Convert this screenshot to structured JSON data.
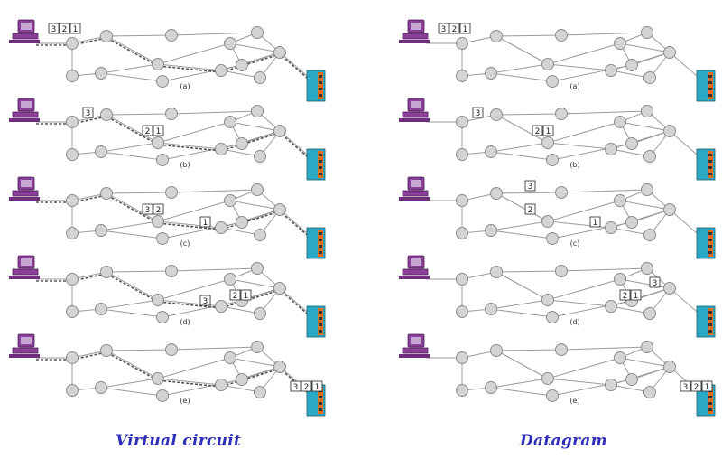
{
  "diagram": {
    "columns": [
      {
        "id": "virtual-circuit",
        "caption": "Virtual circuit",
        "mode": "vc",
        "rows": [
          {
            "label": "(a)",
            "packets": [
              {
                "numbers": [
                  "3",
                  "2",
                  "1"
                ],
                "at": "host"
              }
            ]
          },
          {
            "label": "(b)",
            "packets": [
              {
                "numbers": [
                  "3"
                ],
                "at": "L1"
              },
              {
                "numbers": [
                  "2",
                  "1"
                ],
                "at": "L3"
              }
            ]
          },
          {
            "label": "(c)",
            "packets": [
              {
                "numbers": [
                  "3",
                  "2"
                ],
                "at": "L3"
              },
              {
                "numbers": [
                  "1"
                ],
                "at": "L4"
              }
            ]
          },
          {
            "label": "(d)",
            "packets": [
              {
                "numbers": [
                  "3"
                ],
                "at": "L4"
              },
              {
                "numbers": [
                  "2",
                  "1"
                ],
                "at": "L5"
              }
            ]
          },
          {
            "label": "(e)",
            "packets": [
              {
                "numbers": [
                  "3",
                  "2",
                  "1"
                ],
                "at": "dest"
              }
            ]
          }
        ]
      },
      {
        "id": "datagram",
        "caption": "Datagram",
        "mode": "dg",
        "rows": [
          {
            "label": "(a)",
            "packets": [
              {
                "numbers": [
                  "3",
                  "2",
                  "1"
                ],
                "at": "host"
              }
            ]
          },
          {
            "label": "(b)",
            "packets": [
              {
                "numbers": [
                  "3"
                ],
                "at": "L1"
              },
              {
                "numbers": [
                  "2",
                  "1"
                ],
                "at": "L3"
              }
            ]
          },
          {
            "label": "(c)",
            "packets": [
              {
                "numbers": [
                  "3"
                ],
                "at": "U"
              },
              {
                "numbers": [
                  "2"
                ],
                "at": "L3b"
              },
              {
                "numbers": [
                  "1"
                ],
                "at": "L4"
              }
            ]
          },
          {
            "label": "(d)",
            "packets": [
              {
                "numbers": [
                  "3"
                ],
                "at": "R2"
              },
              {
                "numbers": [
                  "2",
                  "1"
                ],
                "at": "L5"
              }
            ]
          },
          {
            "label": "(e)",
            "packets": [
              {
                "numbers": [
                  "3",
                  "2",
                  "1"
                ],
                "at": "dest"
              }
            ]
          }
        ]
      }
    ]
  },
  "colors": {
    "node_fill": "#d4d4d4",
    "node_stroke": "#8c8c8c",
    "link": "#9a9a9a",
    "vc_path": "#555555",
    "computer": "#8b3f99",
    "server_body": "#2aa8c4",
    "server_stripes": "#e36c1c",
    "caption": "#2f2fb8"
  }
}
